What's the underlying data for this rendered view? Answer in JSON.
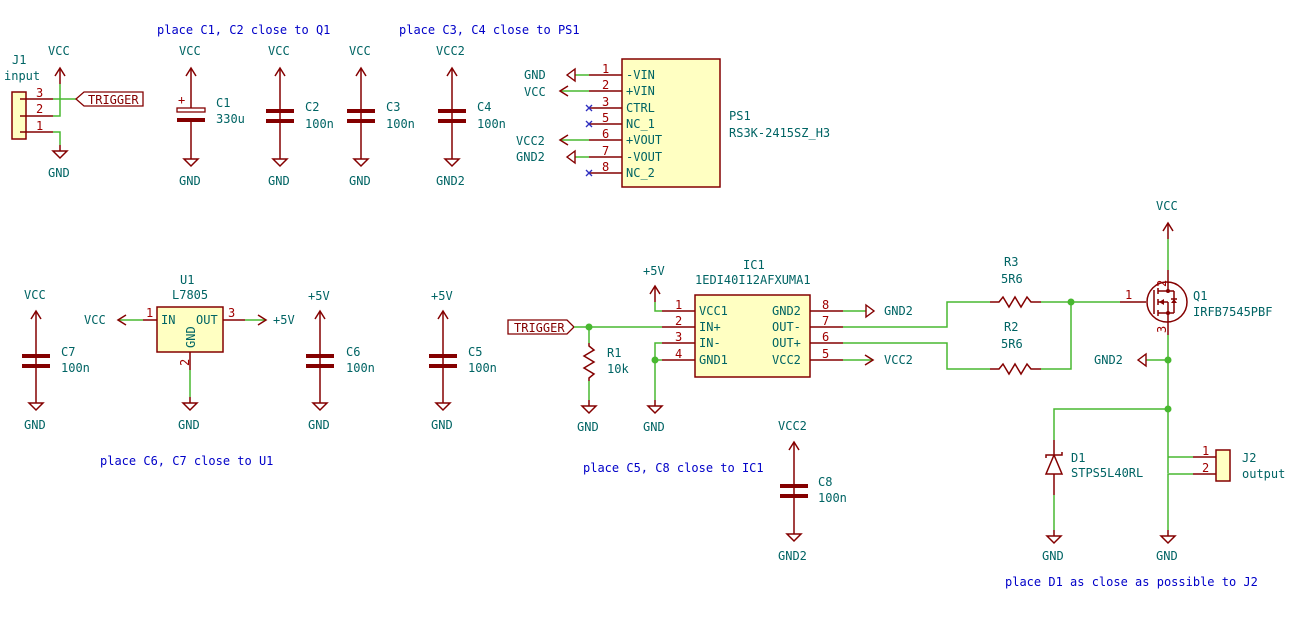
{
  "colors": {
    "wire": "#48b830",
    "pin": "#840000",
    "pin_number": "#a00000",
    "label": "#006464",
    "note": "#0000c8",
    "body_fill": "#ffffc2",
    "no_connect": "#3030c0"
  },
  "notes": {
    "c1c2": "place C1, C2 close to Q1",
    "c3c4": "place C3, C4 close to PS1",
    "c6c7": "place C6, C7 close to U1",
    "c5c8": "place C5, C8 close to IC1",
    "d1": "place D1 as close as possible to J2"
  },
  "nets": {
    "vcc": "VCC",
    "vcc2": "VCC2",
    "gnd": "GND",
    "gnd2": "GND2",
    "p5v": "+5V",
    "trigger": "TRIGGER"
  },
  "j1": {
    "ref": "J1",
    "value": "input",
    "pins": [
      "3",
      "2",
      "1"
    ]
  },
  "c1": {
    "ref": "C1",
    "value": "330u",
    "polarity": "+"
  },
  "c2": {
    "ref": "C2",
    "value": "100n"
  },
  "c3": {
    "ref": "C3",
    "value": "100n"
  },
  "c4": {
    "ref": "C4",
    "value": "100n"
  },
  "c5": {
    "ref": "C5",
    "value": "100n"
  },
  "c6": {
    "ref": "C6",
    "value": "100n"
  },
  "c7": {
    "ref": "C7",
    "value": "100n"
  },
  "c8": {
    "ref": "C8",
    "value": "100n"
  },
  "ps1": {
    "ref": "PS1",
    "value": "RS3K-2415SZ_H3",
    "pins": [
      {
        "num": "1",
        "name": "-VIN",
        "net": "GND"
      },
      {
        "num": "2",
        "name": "+VIN",
        "net": "VCC"
      },
      {
        "num": "3",
        "name": "CTRL",
        "net": ""
      },
      {
        "num": "5",
        "name": "NC_1",
        "net": ""
      },
      {
        "num": "6",
        "name": "+VOUT",
        "net": "VCC2"
      },
      {
        "num": "7",
        "name": "-VOUT",
        "net": "GND2"
      },
      {
        "num": "8",
        "name": "NC_2",
        "net": ""
      }
    ]
  },
  "u1": {
    "ref": "U1",
    "value": "L7805",
    "pin_in": "IN",
    "pin_out": "OUT",
    "pin_gnd": "GND",
    "pin_nums": [
      "1",
      "3",
      "2"
    ]
  },
  "r1": {
    "ref": "R1",
    "value": "10k"
  },
  "r2": {
    "ref": "R2",
    "value": "5R6"
  },
  "r3": {
    "ref": "R3",
    "value": "5R6"
  },
  "ic1": {
    "ref": "IC1",
    "value": "1EDI40I12AFXUMA1",
    "left_pins": [
      {
        "num": "1",
        "name": "VCC1"
      },
      {
        "num": "2",
        "name": "IN+"
      },
      {
        "num": "3",
        "name": "IN-"
      },
      {
        "num": "4",
        "name": "GND1"
      }
    ],
    "right_pins": [
      {
        "num": "8",
        "name": "GND2"
      },
      {
        "num": "7",
        "name": "OUT-"
      },
      {
        "num": "6",
        "name": "OUT+"
      },
      {
        "num": "5",
        "name": "VCC2"
      }
    ]
  },
  "q1": {
    "ref": "Q1",
    "value": "IRFB7545PBF",
    "pins": [
      "1",
      "2",
      "3"
    ]
  },
  "d1": {
    "ref": "D1",
    "value": "STPS5L40RL"
  },
  "j2": {
    "ref": "J2",
    "value": "output",
    "pins": [
      "1",
      "2"
    ]
  }
}
